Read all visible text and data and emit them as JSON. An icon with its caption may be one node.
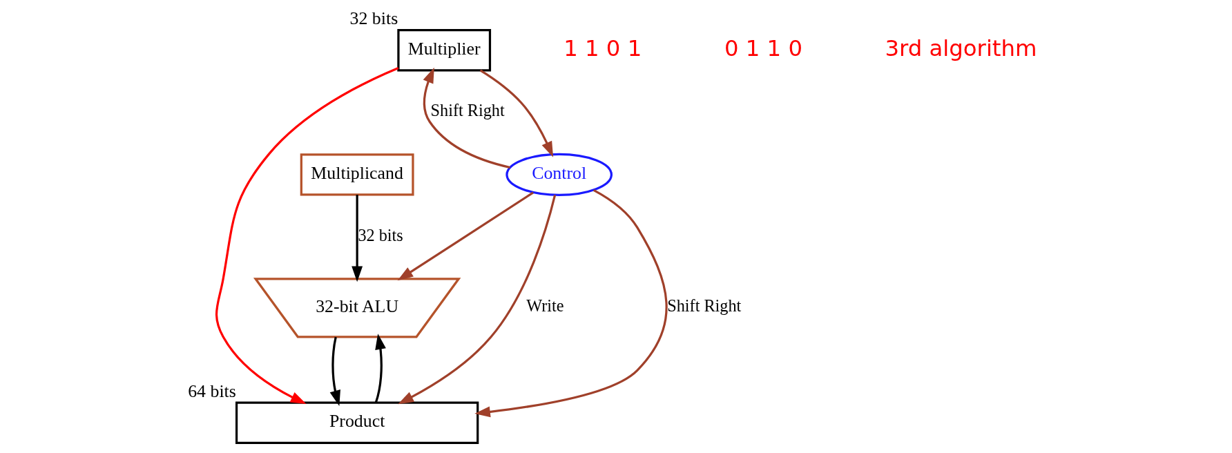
{
  "diagram": {
    "nodes": [
      {
        "text": [
          "Multiplicand"
        ]
      },
      {
        "text": [
          "32-bit ALU"
        ]
      },
      {
        "text": [
          "Multiplier"
        ],
        "beside": [
          "32 bits"
        ]
      },
      {
        "text": [
          "Product"
        ],
        "beside": [
          "64 bits"
        ]
      },
      {
        "text": [
          "Control"
        ]
      }
    ],
    "edges": [
      {
        "from": 0,
        "to": 1,
        "arrow": "to",
        "label": "32 bits",
        "color": "#000000"
      },
      {
        "from": 3,
        "to": 1,
        "arrow": "to",
        "color": "#000000"
      },
      {
        "from": 1,
        "to": 3,
        "arrow": "to",
        "color": "#000000"
      },
      {
        "from": 4,
        "to": 1,
        "arrow": "to"
      },
      {
        "from": 4,
        "to": 3,
        "arrow": "to",
        "label": "Shift Right"
      },
      {
        "from": 4,
        "to": 3,
        "arrow": "to",
        "label": "Write"
      },
      {
        "from": 2,
        "to": 4,
        "arrow": "to"
      },
      {
        "from": 4,
        "to": 2,
        "arrow": "to",
        "label": "Shift Right"
      },
      {
        "from": 2,
        "to": 3,
        "arrow": "to",
        "color": "#ff0000"
      }
    ],
    "labels": [
      "1 1 0 1",
      "0 1 1 0",
      "3rd algorithm"
    ]
  }
}
